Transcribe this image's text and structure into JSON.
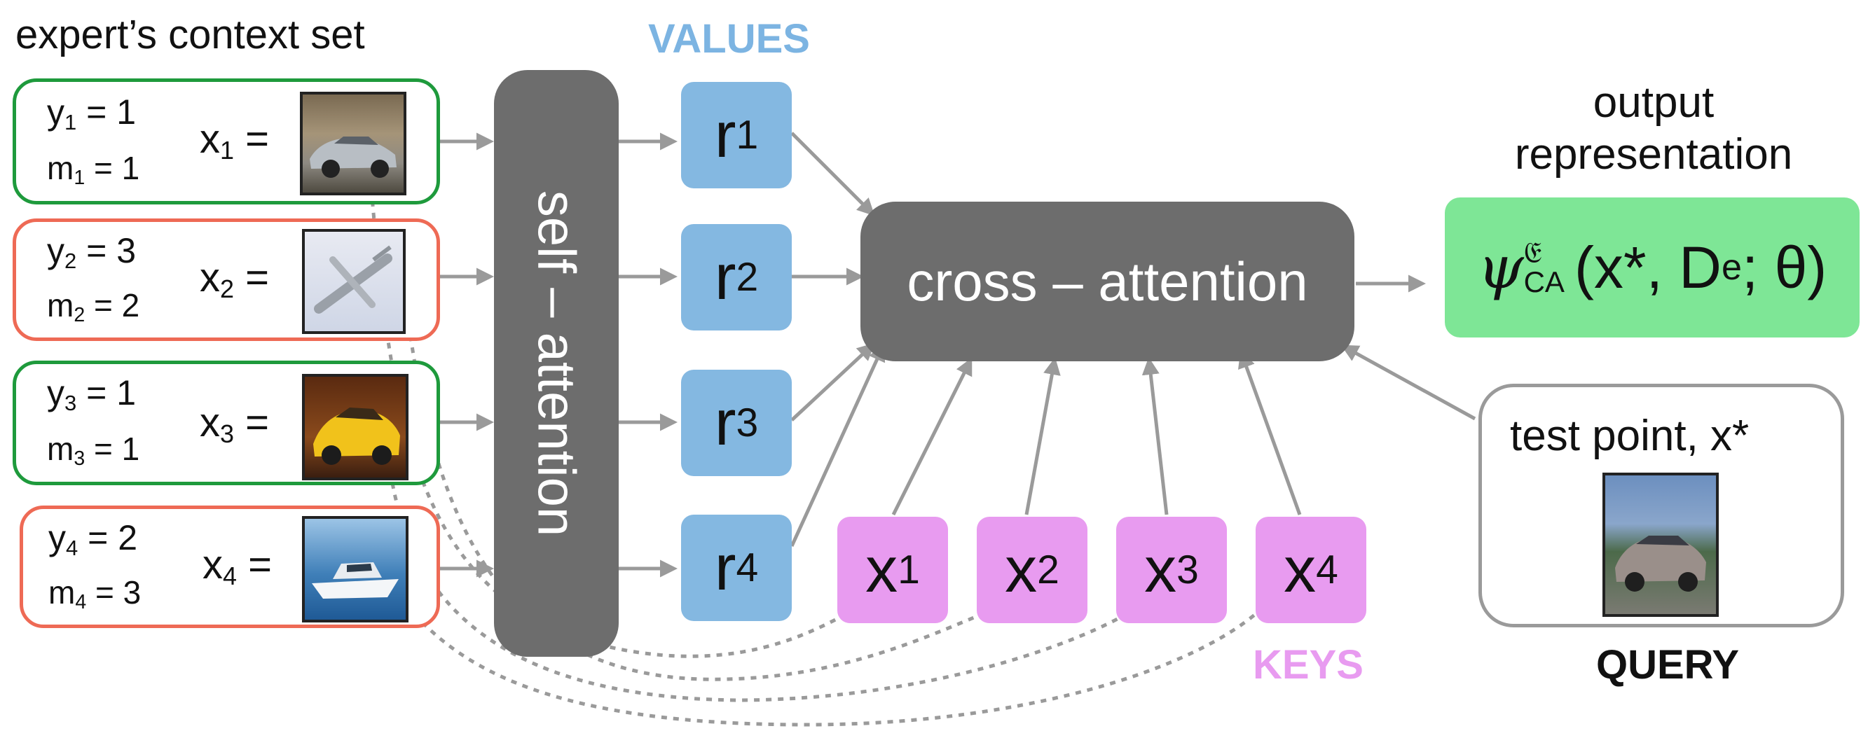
{
  "title": "expert’s context set",
  "context": [
    {
      "y_sym": "y",
      "y_sub": "1",
      "y_val": "= 1",
      "m_sym": "m",
      "m_sub": "1",
      "m_val": "= 1",
      "x_sym": "x",
      "x_sub": "1",
      "x_eq": "=",
      "image": "car",
      "border": "#1e9a3c"
    },
    {
      "y_sym": "y",
      "y_sub": "2",
      "y_val": "= 3",
      "m_sym": "m",
      "m_sub": "2",
      "m_val": "= 2",
      "x_sym": "x",
      "x_sub": "2",
      "x_eq": "=",
      "image": "airplane",
      "border": "#ee6a55"
    },
    {
      "y_sym": "y",
      "y_sub": "3",
      "y_val": "= 1",
      "m_sym": "m",
      "m_sub": "3",
      "m_val": "= 1",
      "x_sym": "x",
      "x_sub": "3",
      "x_eq": "=",
      "image": "yellow-car",
      "border": "#1e9a3c"
    },
    {
      "y_sym": "y",
      "y_sub": "4",
      "y_val": "= 2",
      "m_sym": "m",
      "m_sub": "4",
      "m_val": "= 3",
      "x_sym": "x",
      "x_sub": "4",
      "x_eq": "=",
      "image": "ship",
      "border": "#ee6a55"
    }
  ],
  "self_attention": "self – attention",
  "values_tag": "VALUES",
  "values": [
    {
      "sym": "r",
      "sub": "1"
    },
    {
      "sym": "r",
      "sub": "2"
    },
    {
      "sym": "r",
      "sub": "3"
    },
    {
      "sym": "r",
      "sub": "4"
    }
  ],
  "cross_attention": "cross – attention",
  "keys_tag": "KEYS",
  "keys": [
    {
      "sym": "x",
      "sub": "1"
    },
    {
      "sym": "x",
      "sub": "2"
    },
    {
      "sym": "x",
      "sub": "3"
    },
    {
      "sym": "x",
      "sub": "4"
    }
  ],
  "output_title_line1": "output",
  "output_title_line2": "representation",
  "output_formula": {
    "psi": "ψ",
    "sup": "𝔈",
    "sub": "CA",
    "args": "(x*, D",
    "args_sub": "e",
    "args_end": "; θ)"
  },
  "test_label": "test point, x*",
  "test_image": "car-blue-sky",
  "query_tag": "QUERY",
  "colors": {
    "values": "#84b8e1",
    "keys": "#e89bf0",
    "attention": "#6d6d6d",
    "output": "#7ee696",
    "good": "#1e9a3c",
    "bad": "#ee6a55",
    "arrow": "#9a9a9a"
  }
}
